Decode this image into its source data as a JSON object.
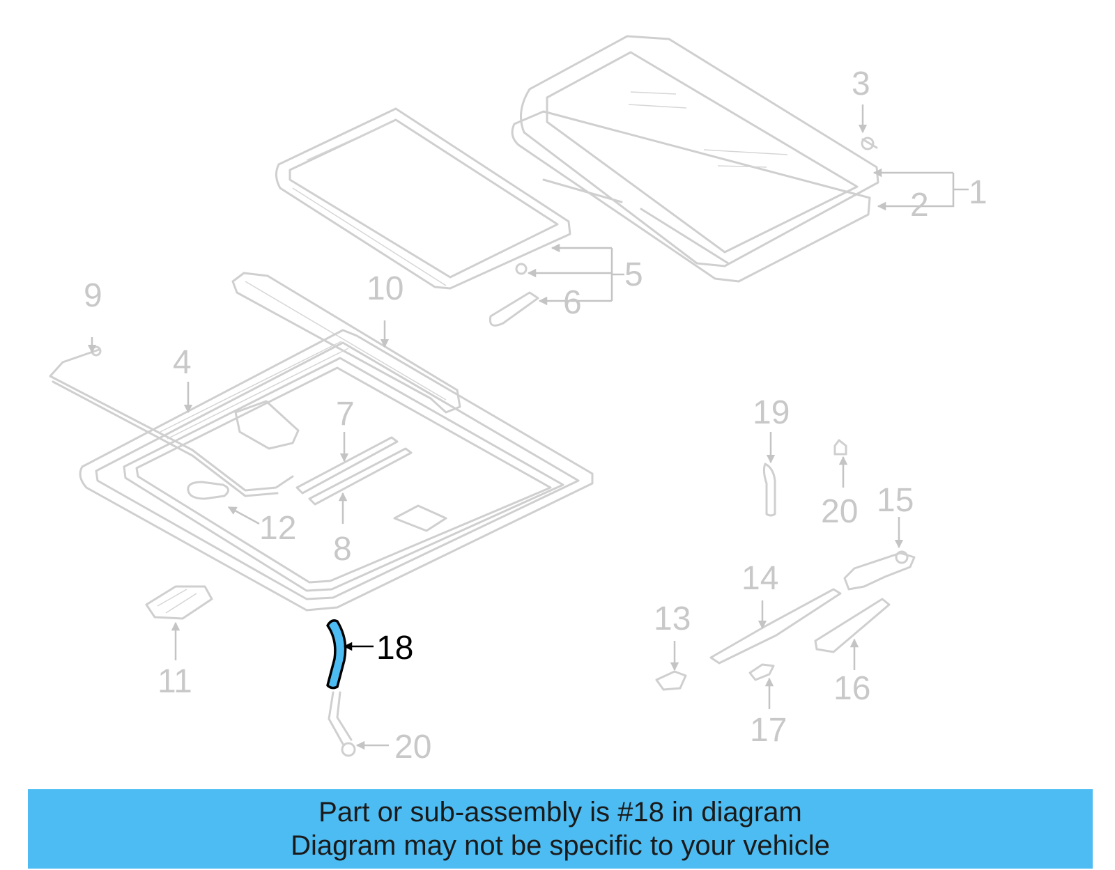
{
  "diagram": {
    "highlighted_part": "18",
    "labels": [
      "1",
      "2",
      "3",
      "4",
      "5",
      "6",
      "7",
      "8",
      "9",
      "10",
      "11",
      "12",
      "13",
      "14",
      "15",
      "16",
      "17",
      "18",
      "19",
      "20",
      "20"
    ]
  },
  "banner": {
    "line1": "Part or sub-assembly is #18 in diagram",
    "line2": "Diagram may not be specific to your vehicle",
    "background": "#4dbcf2"
  }
}
